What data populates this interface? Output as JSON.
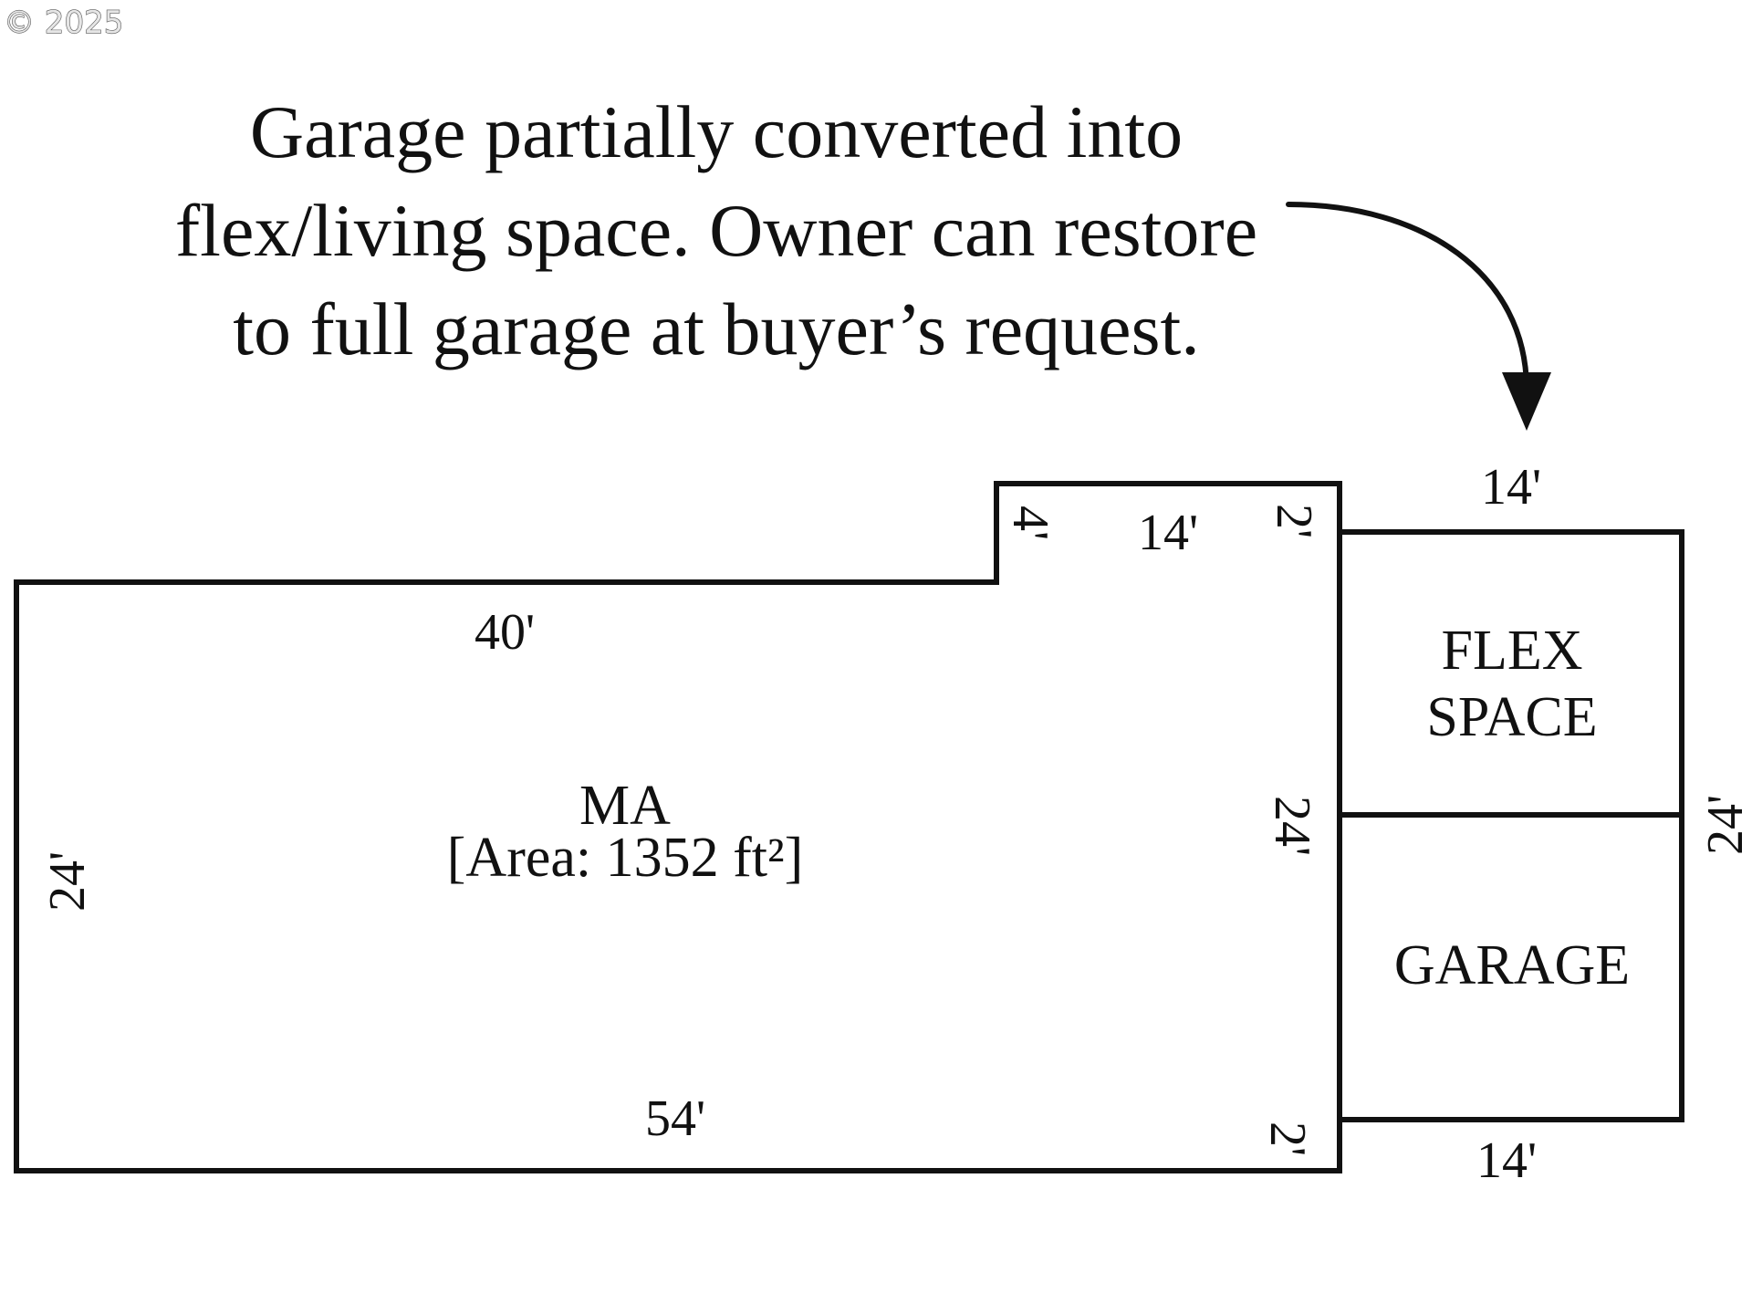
{
  "watermark": "© 2025",
  "caption": {
    "lines": [
      "Garage partially converted into",
      "flex/living space. Owner can restore",
      "to full garage at buyer’s request."
    ]
  },
  "dimensions": {
    "main_top": "40'",
    "main_left": "24'",
    "main_bottom": "54'",
    "bump_height": "4'",
    "bump_width": "14'",
    "offset_top": "2'",
    "offset_bottom": "2'",
    "main_right": "24'",
    "garage_top": "14'",
    "garage_bottom": "14'",
    "garage_right": "24'"
  },
  "rooms": {
    "main": {
      "name": "MA",
      "area": "[Area: 1352 ft²]"
    },
    "flex": {
      "line1": "FLEX",
      "line2": "SPACE"
    },
    "garage": {
      "name": "GARAGE"
    }
  },
  "colors": {
    "ink": "#111111",
    "background": "#ffffff"
  }
}
